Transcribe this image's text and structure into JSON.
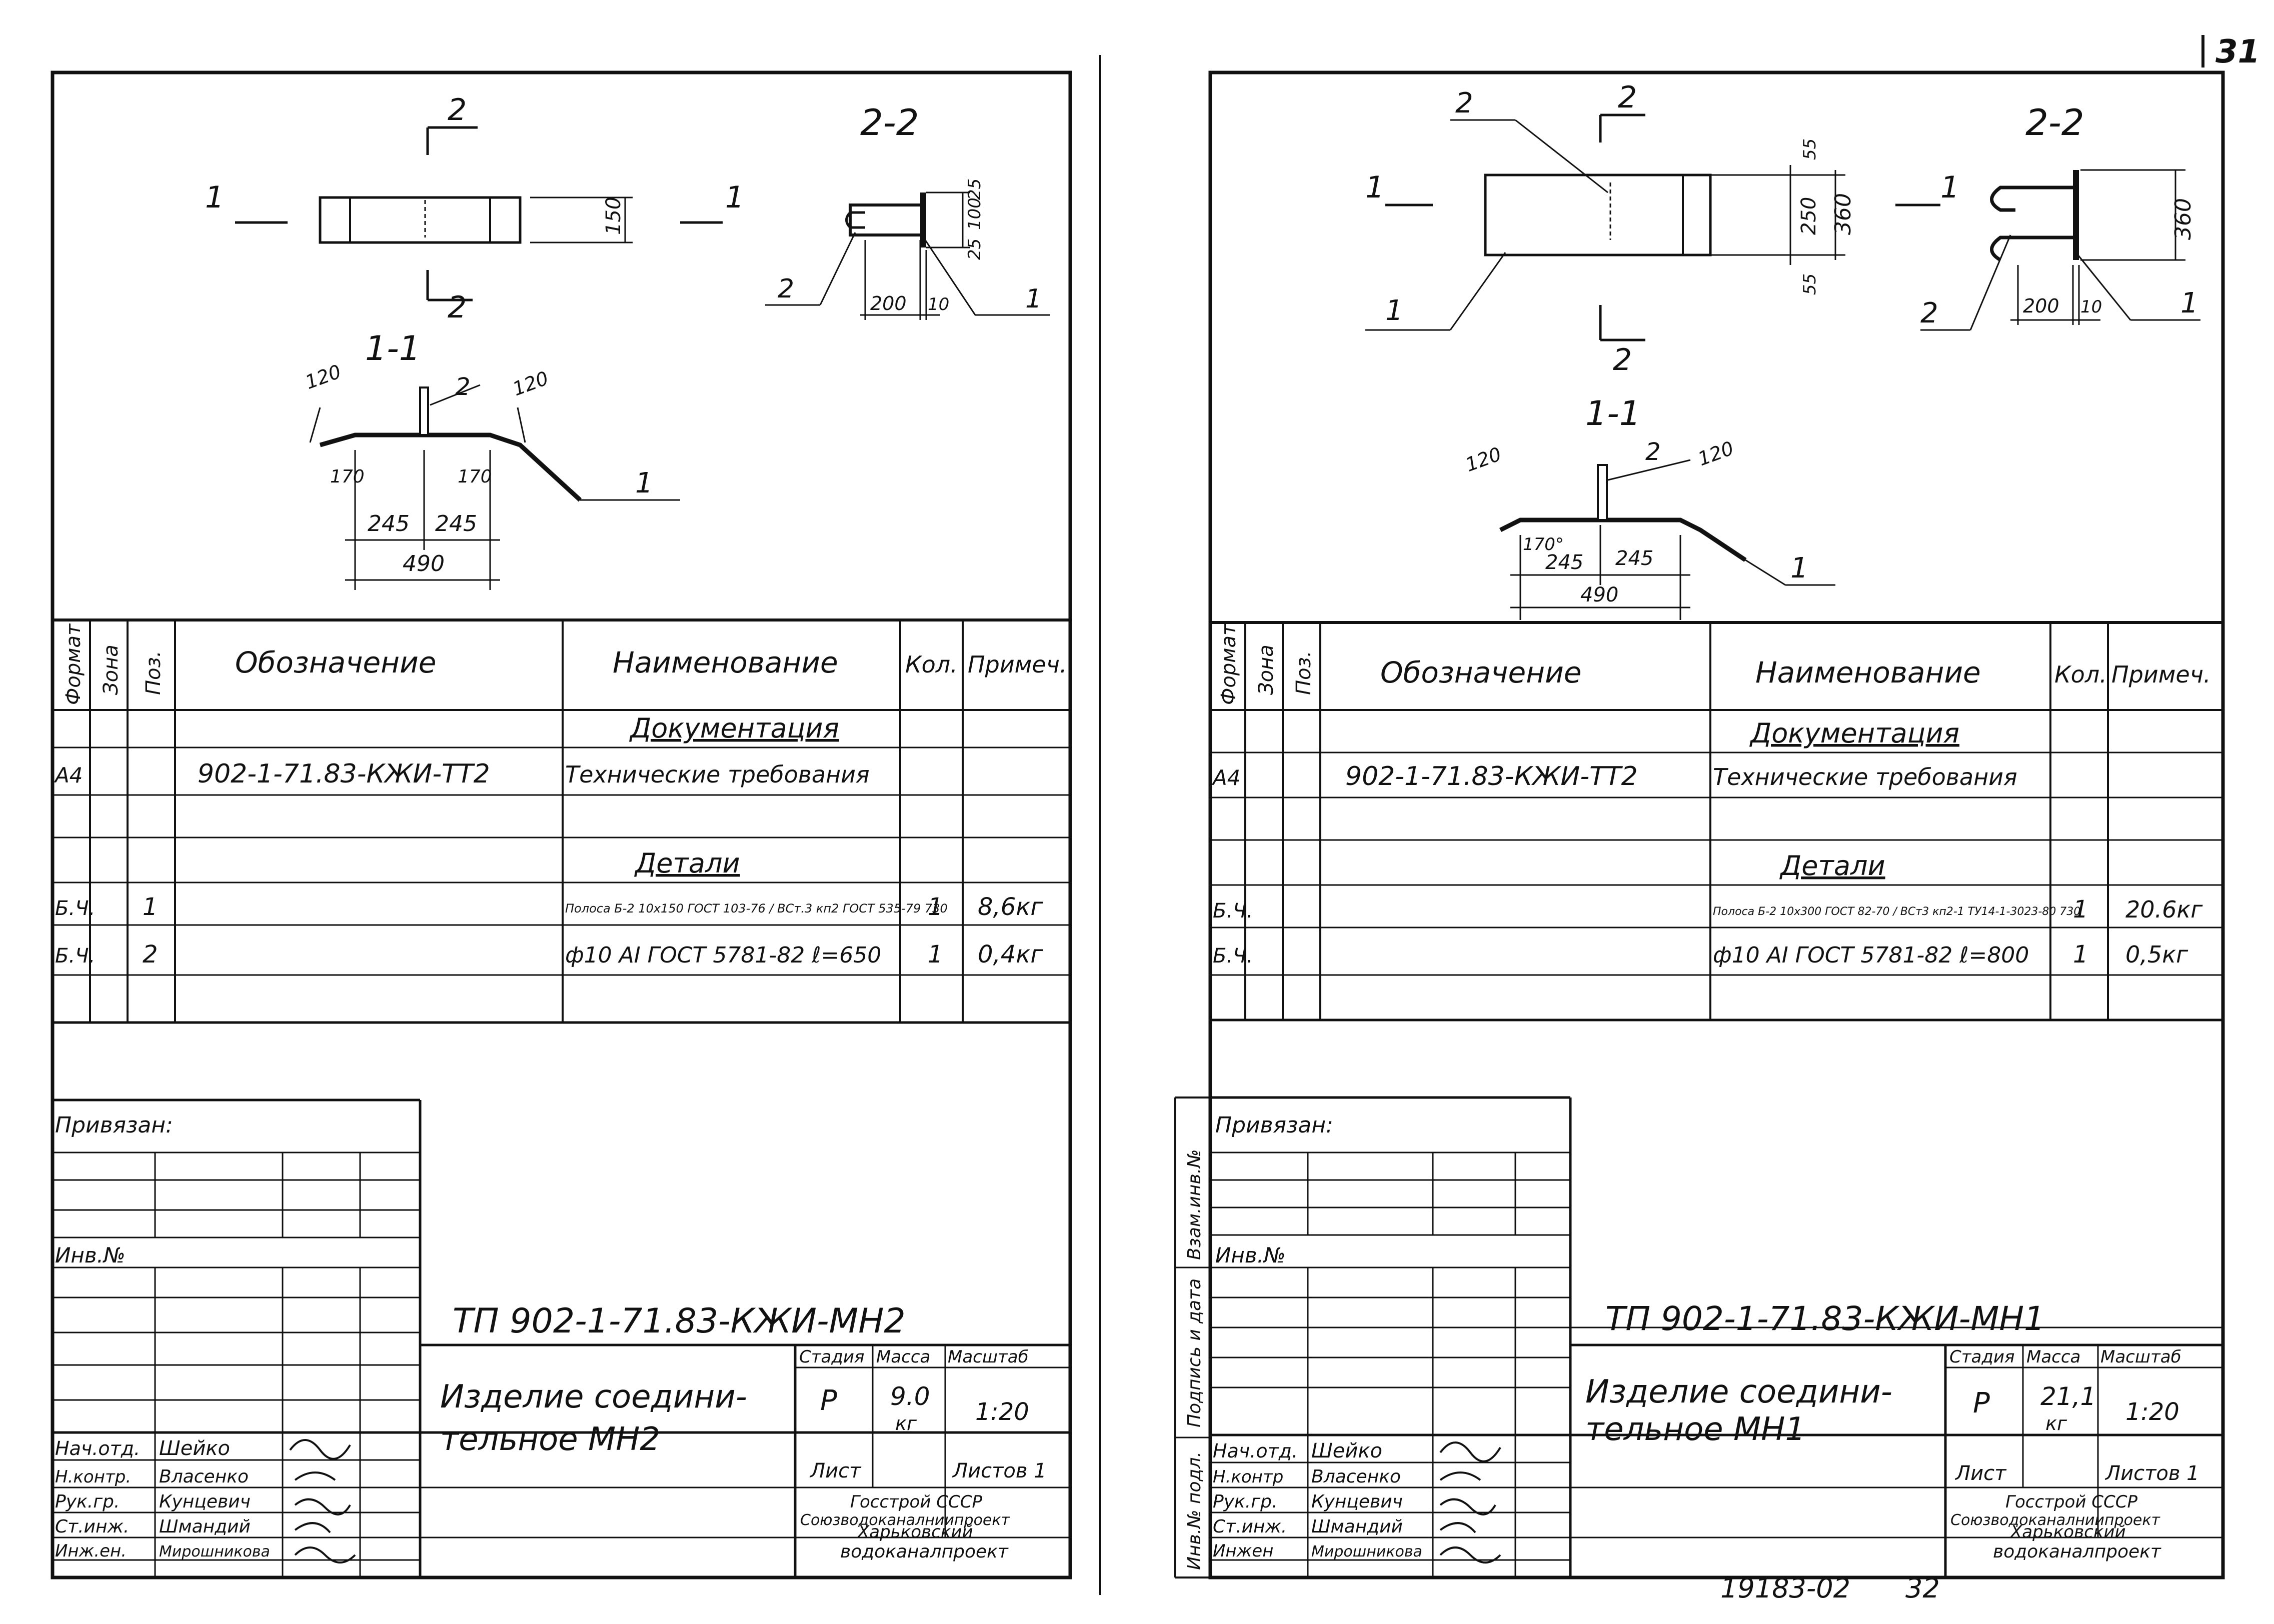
{
  "page_number": "31",
  "footer": {
    "code": "19183-02",
    "page": "32"
  },
  "sheets": [
    {
      "id": "left",
      "drawing": {
        "section_2_2": "2-2",
        "section_1_1": "1-1",
        "marker_1": "1",
        "marker_2": "2",
        "plan_dims": [
          "150"
        ],
        "section22_dims": [
          "25",
          "100",
          "25",
          "200",
          "10"
        ],
        "section11_dims": [
          "120",
          "120",
          "170",
          "170",
          "245",
          "245",
          "490"
        ],
        "callouts": [
          "1",
          "2"
        ]
      },
      "spec": {
        "headers": [
          "Формат",
          "Зона",
          "Поз.",
          "Обозначение",
          "Наименование",
          "Кол.",
          "Примеч."
        ],
        "rows": [
          {
            "format": "",
            "zone": "",
            "pos": "",
            "designation": "",
            "name": "Документация",
            "qty": "",
            "note": ""
          },
          {
            "format": "А4",
            "zone": "",
            "pos": "",
            "designation": "902-1-71.83-КЖИ-ТТ2",
            "name": "Технические требования",
            "qty": "",
            "note": ""
          },
          {
            "format": "",
            "zone": "",
            "pos": "",
            "designation": "",
            "name": "",
            "qty": "",
            "note": ""
          },
          {
            "format": "",
            "zone": "",
            "pos": "",
            "designation": "",
            "name": "Детали",
            "qty": "",
            "note": ""
          },
          {
            "format": "Б.Ч.",
            "zone": "",
            "pos": "1",
            "designation": "",
            "name": "Полоса Б-2 10x150 ГОСТ 103-76 / ВСт.3 кп2 ГОСТ 535-79  730",
            "qty": "1",
            "note": "8,6кг"
          },
          {
            "format": "Б.Ч.",
            "zone": "",
            "pos": "2",
            "designation": "",
            "name": "ф10 АI ГОСТ 5781-82 ℓ=650",
            "qty": "1",
            "note": "0,4кг"
          },
          {
            "format": "",
            "zone": "",
            "pos": "",
            "designation": "",
            "name": "",
            "qty": "",
            "note": ""
          }
        ]
      },
      "title_block": {
        "privyazan": "Привязан:",
        "inv_no": "Инв.№",
        "code": "ТП 902-1-71.83-КЖИ-МН2",
        "item_name_line1": "Изделие соедини-",
        "item_name_line2": "тельное   МН2",
        "stage_label": "Стадия",
        "mass_label": "Масса",
        "scale_label": "Масштаб",
        "stage": "Р",
        "mass": "9.0",
        "mass_unit": "кг",
        "scale": "1:20",
        "sheet_label": "Лист",
        "sheets_label": "Листов 1",
        "org": [
          "Госстрой СССР",
          "Союзводоканалниипроект",
          "Харьковский",
          "водоканалпроект"
        ],
        "signers": [
          {
            "role": "Нач.отд.",
            "name": "Шейко"
          },
          {
            "role": "Н.контр.",
            "name": "Власенко"
          },
          {
            "role": "Рук.гр.",
            "name": "Кунцевич"
          },
          {
            "role": "Ст.инж.",
            "name": "Шмандий"
          },
          {
            "role": "Инж.ен.",
            "name": "Мирошникова"
          }
        ]
      }
    },
    {
      "id": "right",
      "drawing": {
        "section_2_2": "2-2",
        "section_1_1": "1-1",
        "marker_1": "1",
        "marker_2": "2",
        "plan_dims": [
          "55",
          "250",
          "55",
          "360"
        ],
        "section22_dims": [
          "360",
          "200",
          "10"
        ],
        "section11_dims": [
          "120",
          "120",
          "170°",
          "245",
          "245",
          "490"
        ],
        "callouts": [
          "1",
          "2"
        ]
      },
      "spec": {
        "headers": [
          "Формат",
          "Зона",
          "Поз.",
          "Обозначение",
          "Наименование",
          "Кол.",
          "Примеч."
        ],
        "rows": [
          {
            "format": "",
            "zone": "",
            "pos": "",
            "designation": "",
            "name": "Документация",
            "qty": "",
            "note": ""
          },
          {
            "format": "А4",
            "zone": "",
            "pos": "",
            "designation": "902-1-71.83-КЖИ-ТТ2",
            "name": "Технические требования",
            "qty": "",
            "note": ""
          },
          {
            "format": "",
            "zone": "",
            "pos": "",
            "designation": "",
            "name": "",
            "qty": "",
            "note": ""
          },
          {
            "format": "",
            "zone": "",
            "pos": "",
            "designation": "",
            "name": "Детали",
            "qty": "",
            "note": ""
          },
          {
            "format": "Б.Ч.",
            "zone": "",
            "pos": "",
            "designation": "",
            "name": "Полоса Б-2 10x300 ГОСТ 82-70 / ВСт3 кп2-1 ТУ14-1-3023-80  730",
            "qty": "1",
            "note": "20.6кг"
          },
          {
            "format": "Б.Ч.",
            "zone": "",
            "pos": "",
            "designation": "",
            "name": "ф10 АI ГОСТ 5781-82 ℓ=800",
            "qty": "1",
            "note": "0,5кг"
          },
          {
            "format": "",
            "zone": "",
            "pos": "",
            "designation": "",
            "name": "",
            "qty": "",
            "note": ""
          }
        ]
      },
      "title_block": {
        "privyazan": "Привязан:",
        "inv_no": "Инв.№",
        "side_labels": [
          "Взам.инв.№",
          "Подпись и дата",
          "Инв.№ подл."
        ],
        "code": "ТП 902-1-71.83-КЖИ-МН1",
        "item_name_line1": "Изделие соедини-",
        "item_name_line2": "тельное   МН1",
        "stage_label": "Стадия",
        "mass_label": "Масса",
        "scale_label": "Масштаб",
        "stage": "Р",
        "mass": "21,1",
        "mass_unit": "кг",
        "scale": "1:20",
        "sheet_label": "Лист",
        "sheets_label": "Листов 1",
        "org": [
          "Госстрой СССР",
          "Союзводоканалниипроект",
          "Харьковский",
          "водоканалпроект"
        ],
        "signers": [
          {
            "role": "Нач.отд.",
            "name": "Шейко"
          },
          {
            "role": "Н.контр",
            "name": "Власенко"
          },
          {
            "role": "Рук.гр.",
            "name": "Кунцевич"
          },
          {
            "role": "Ст.инж.",
            "name": "Шмандий"
          },
          {
            "role": "Инжен",
            "name": "Мирошникова"
          }
        ]
      }
    }
  ]
}
